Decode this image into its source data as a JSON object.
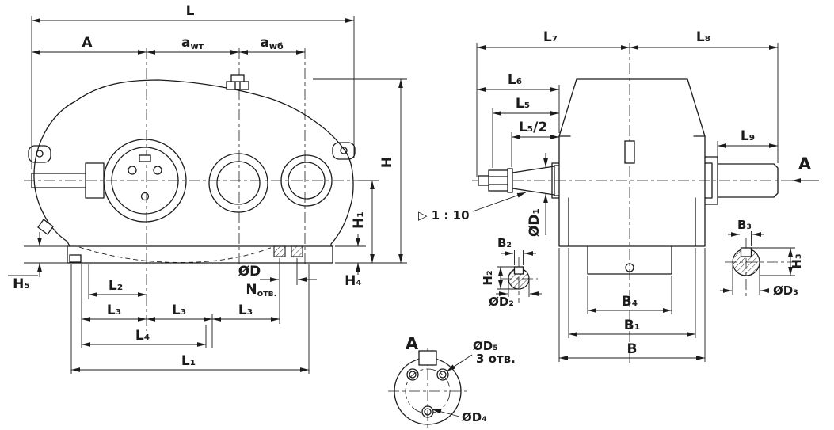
{
  "colors": {
    "line": "#1b1b1b",
    "background": "#ffffff"
  },
  "left_view": {
    "dims": {
      "L": "L",
      "A": "A",
      "awt": {
        "base": "a",
        "sub": "wт"
      },
      "awb": {
        "base": "a",
        "sub": "wб"
      },
      "H": "H",
      "H1": "H₁",
      "H4": "H₄",
      "H5": "H₅",
      "L1": "L₁",
      "L2": "L₂",
      "L3": "L₃",
      "L4": "L₄",
      "D": "ØD",
      "N_holes": {
        "base": "N",
        "sub": "отв."
      }
    }
  },
  "right_view": {
    "dims": {
      "L5": "L₅",
      "L5_half": "L₅/2",
      "L6": "L₆",
      "L7": "L₇",
      "L8": "L₈",
      "L9": "L₉",
      "B": "B",
      "B1": "B₁",
      "B2": "B₂",
      "B3": "B₃",
      "B4": "B₄",
      "H2": "H₂",
      "H3": "H₃",
      "D1": "ØD₁",
      "D2": "ØD₂",
      "D3": "ØD₃",
      "taper": "▷ 1 : 10",
      "section_label": "A"
    }
  },
  "detail_view": {
    "title": "A",
    "dims": {
      "D4": "ØD₄",
      "D5": "ØD₅",
      "holes_count": "3 отв."
    }
  }
}
